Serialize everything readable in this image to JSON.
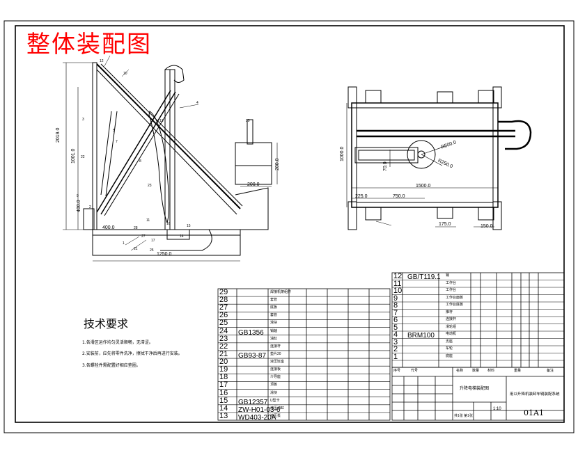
{
  "title": "整体装配图",
  "tech_requirements": {
    "heading": "技术要求",
    "notes": [
      "1.各滑区运作均匀灵活顺畅，无滞涩。",
      "2.安装前，应先将零件洗净，擦拭干净后再进行安装。",
      "3.各螺栓件需配置好相应垫圈。"
    ]
  },
  "bom_left": [
    {
      "no": "29",
      "code": "",
      "name": "焊接机架组件"
    },
    {
      "no": "28",
      "code": "",
      "name": "套管"
    },
    {
      "no": "27",
      "code": "",
      "name": "底板"
    },
    {
      "no": "26",
      "code": "",
      "name": "套管"
    },
    {
      "no": "25",
      "code": "",
      "name": "滑块"
    },
    {
      "no": "24",
      "code": "GB1356",
      "name": "销轴"
    },
    {
      "no": "23",
      "code": "",
      "name": "油缸"
    },
    {
      "no": "22",
      "code": "",
      "name": "连接杆"
    },
    {
      "no": "21",
      "code": "GB93-87",
      "name": "垫片20"
    },
    {
      "no": "20",
      "code": "",
      "name": "液压缸座"
    },
    {
      "no": "19",
      "code": "",
      "name": "连接板"
    },
    {
      "no": "18",
      "code": "",
      "name": "介导座"
    },
    {
      "no": "17",
      "code": "",
      "name": "顶板"
    },
    {
      "no": "16",
      "code": "",
      "name": "滑块"
    },
    {
      "no": "15",
      "code": "GB12357",
      "name": "U型卡"
    },
    {
      "no": "14",
      "code": "ZW-H01-03-6",
      "name": "液压油缸"
    },
    {
      "no": "13",
      "code": "WD403-20A",
      "name": "液压泵"
    }
  ],
  "bom_right": [
    {
      "no": "12",
      "code": "GB/T119.1",
      "name": "销"
    },
    {
      "no": "11",
      "code": "",
      "name": "工作台"
    },
    {
      "no": "10",
      "code": "",
      "name": "工作台"
    },
    {
      "no": "9",
      "code": "",
      "name": "工作台面板"
    },
    {
      "no": "8",
      "code": "",
      "name": "工作台底板"
    },
    {
      "no": "7",
      "code": "",
      "name": "推杆"
    },
    {
      "no": "6",
      "code": "",
      "name": "连接杆"
    },
    {
      "no": "5",
      "code": "",
      "name": "滑轮组"
    },
    {
      "no": "4",
      "code": "BRM100",
      "name": "电动机"
    },
    {
      "no": "3",
      "code": "",
      "name": "支座"
    },
    {
      "no": "2",
      "code": "",
      "name": "车轮"
    },
    {
      "no": "1",
      "code": "",
      "name": "底座"
    }
  ],
  "bom_header": {
    "no": "序号",
    "code": "代号",
    "name": "名称",
    "qty": "数量",
    "material": "材料",
    "weight": "重量",
    "remark": "备注"
  },
  "title_block": {
    "drawing_name": "升降电梯装配图",
    "project": "用以升降机装卸车辆装配系统",
    "drawing_no": "01A1",
    "scale": "1:10",
    "sheet": "共1张  第1张"
  },
  "dimensions": {
    "front_height": "2019.0",
    "front_height2": "1001.0",
    "front_width": "1250.0",
    "front_right": "200.0",
    "front_box": "200.0",
    "front_base": "400.0",
    "front_base2": "400.0",
    "plan_length": "1500.0",
    "plan_left": "225.0",
    "plan_mid": "750.0",
    "plan_height": "1000.0",
    "plan_r1": "R500.0",
    "plan_r2": "R250.0",
    "plan_v": "70.0",
    "plan_bottom1": "175.0",
    "plan_bottom2": "150.0"
  },
  "part_labels": [
    "12",
    "10",
    "4",
    "3",
    "5",
    "7",
    "13",
    "22",
    "8",
    "23",
    "11",
    "29",
    "28",
    "27",
    "21",
    "16",
    "9",
    "2",
    "1",
    "17",
    "25",
    "15",
    "14"
  ],
  "colors": {
    "title": "#ff0000",
    "line": "#000000"
  }
}
